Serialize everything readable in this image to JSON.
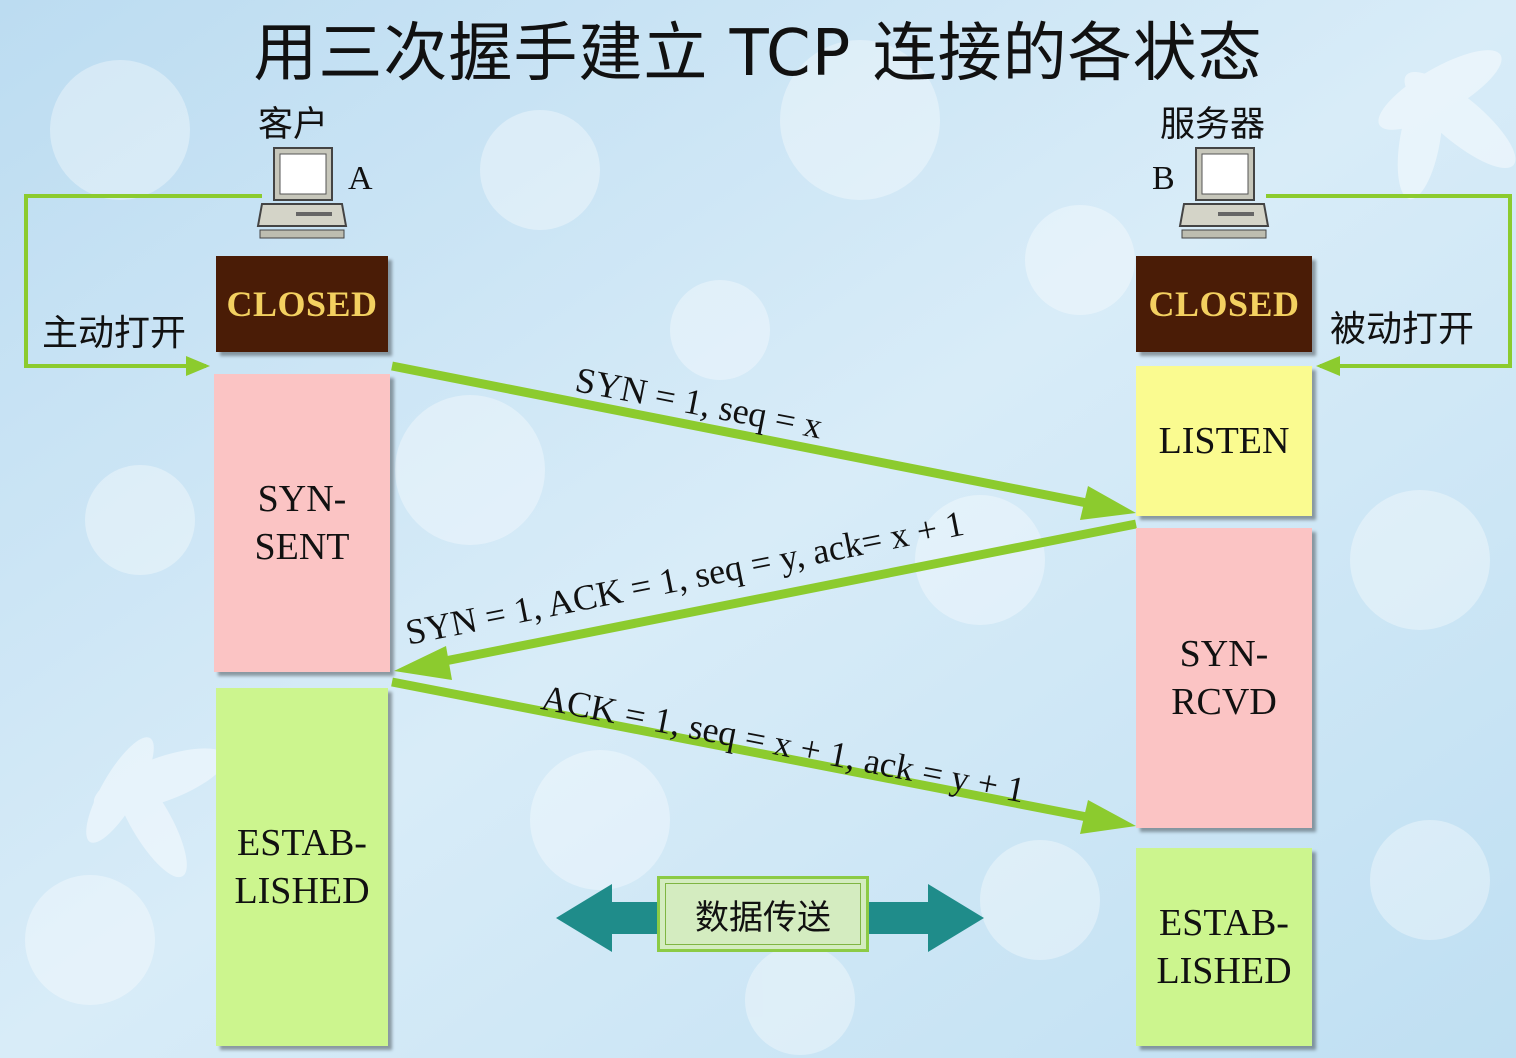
{
  "title": "用三次握手建立 TCP 连接的各状态",
  "client": {
    "label": "客户",
    "letter": "A",
    "action": "主动打开"
  },
  "server": {
    "label": "服务器",
    "letter": "B",
    "action": "被动打开"
  },
  "client_states": [
    {
      "id": "closed",
      "lines": [
        "CLOSED"
      ],
      "color": "#4a1c06"
    },
    {
      "id": "syn-sent",
      "lines": [
        "SYN-",
        "SENT"
      ],
      "color": "#fbc4c4"
    },
    {
      "id": "established",
      "lines": [
        "ESTAB-",
        "LISHED"
      ],
      "color": "#ccf58e"
    }
  ],
  "server_states": [
    {
      "id": "closed",
      "lines": [
        "CLOSED"
      ],
      "color": "#4a1c06"
    },
    {
      "id": "listen",
      "lines": [
        "LISTEN"
      ],
      "color": "#fafb90"
    },
    {
      "id": "syn-rcvd",
      "lines": [
        "SYN-",
        "RCVD"
      ],
      "color": "#fbc4c4"
    },
    {
      "id": "established",
      "lines": [
        "ESTAB-",
        "LISHED"
      ],
      "color": "#ccf58e"
    }
  ],
  "messages": [
    {
      "from": "A",
      "to": "B",
      "text": "SYN = 1, seq = x"
    },
    {
      "from": "B",
      "to": "A",
      "text": "SYN = 1, ACK = 1, seq = y, ack= x + 1"
    },
    {
      "from": "A",
      "to": "B",
      "text": "ACK = 1, seq = x + 1, ack = y + 1"
    }
  ],
  "data_transfer_label": "数据传送",
  "colors": {
    "arrow": "#8ccb2e",
    "open_loop": "#8ccb2e",
    "transfer_arrow": "#1f8c8a",
    "closed_text": "#f3d060"
  }
}
